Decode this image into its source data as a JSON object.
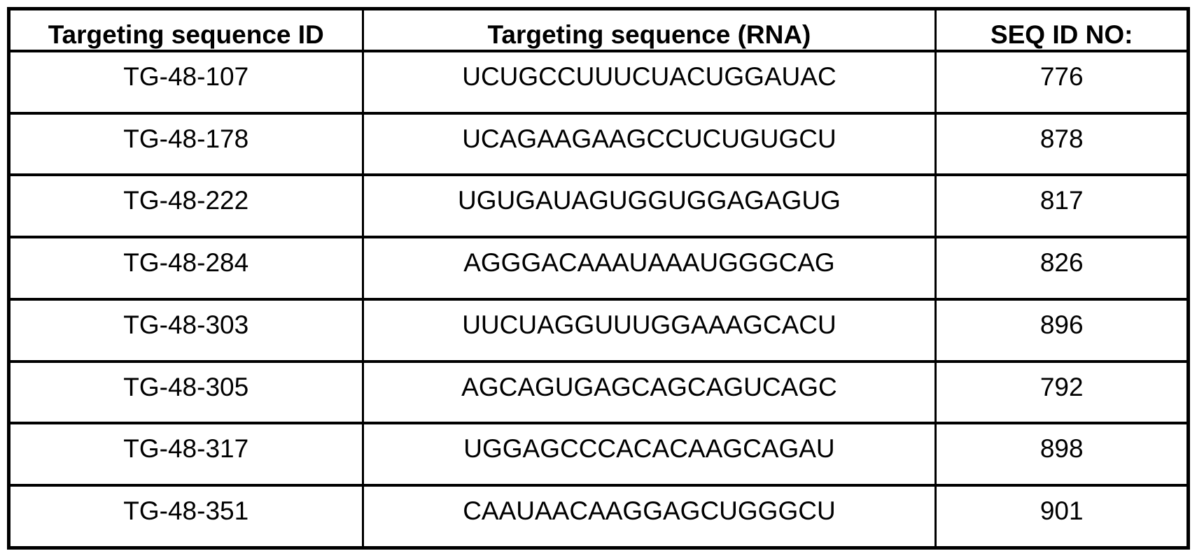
{
  "table": {
    "columns": [
      {
        "label": "Targeting sequence ID"
      },
      {
        "label": "Targeting sequence (RNA)"
      },
      {
        "label": "SEQ ID NO:"
      }
    ],
    "rows": [
      {
        "id": "TG-48-107",
        "sequence": "UCUGCCUUUCUACUGGAUAC",
        "seq_id_no": "776"
      },
      {
        "id": "TG-48-178",
        "sequence": "UCAGAAGAAGCCUCUGUGCU",
        "seq_id_no": "878"
      },
      {
        "id": "TG-48-222",
        "sequence": "UGUGAUAGUGGUGGAGAGUG",
        "seq_id_no": "817"
      },
      {
        "id": "TG-48-284",
        "sequence": "AGGGACAAAUAAAUGGGCAG",
        "seq_id_no": "826"
      },
      {
        "id": "TG-48-303",
        "sequence": "UUCUAGGUUUGGAAAGCACU",
        "seq_id_no": "896"
      },
      {
        "id": "TG-48-305",
        "sequence": "AGCAGUGAGCAGCAGUCAGC",
        "seq_id_no": "792"
      },
      {
        "id": "TG-48-317",
        "sequence": "UGGAGCCCACACAAGCAGAU",
        "seq_id_no": "898"
      },
      {
        "id": "TG-48-351",
        "sequence": "CAAUAACAAGGAGCUGGGCU",
        "seq_id_no": "901"
      }
    ],
    "colors": {
      "border": "#000000",
      "text": "#000000",
      "background": "#ffffff"
    }
  }
}
